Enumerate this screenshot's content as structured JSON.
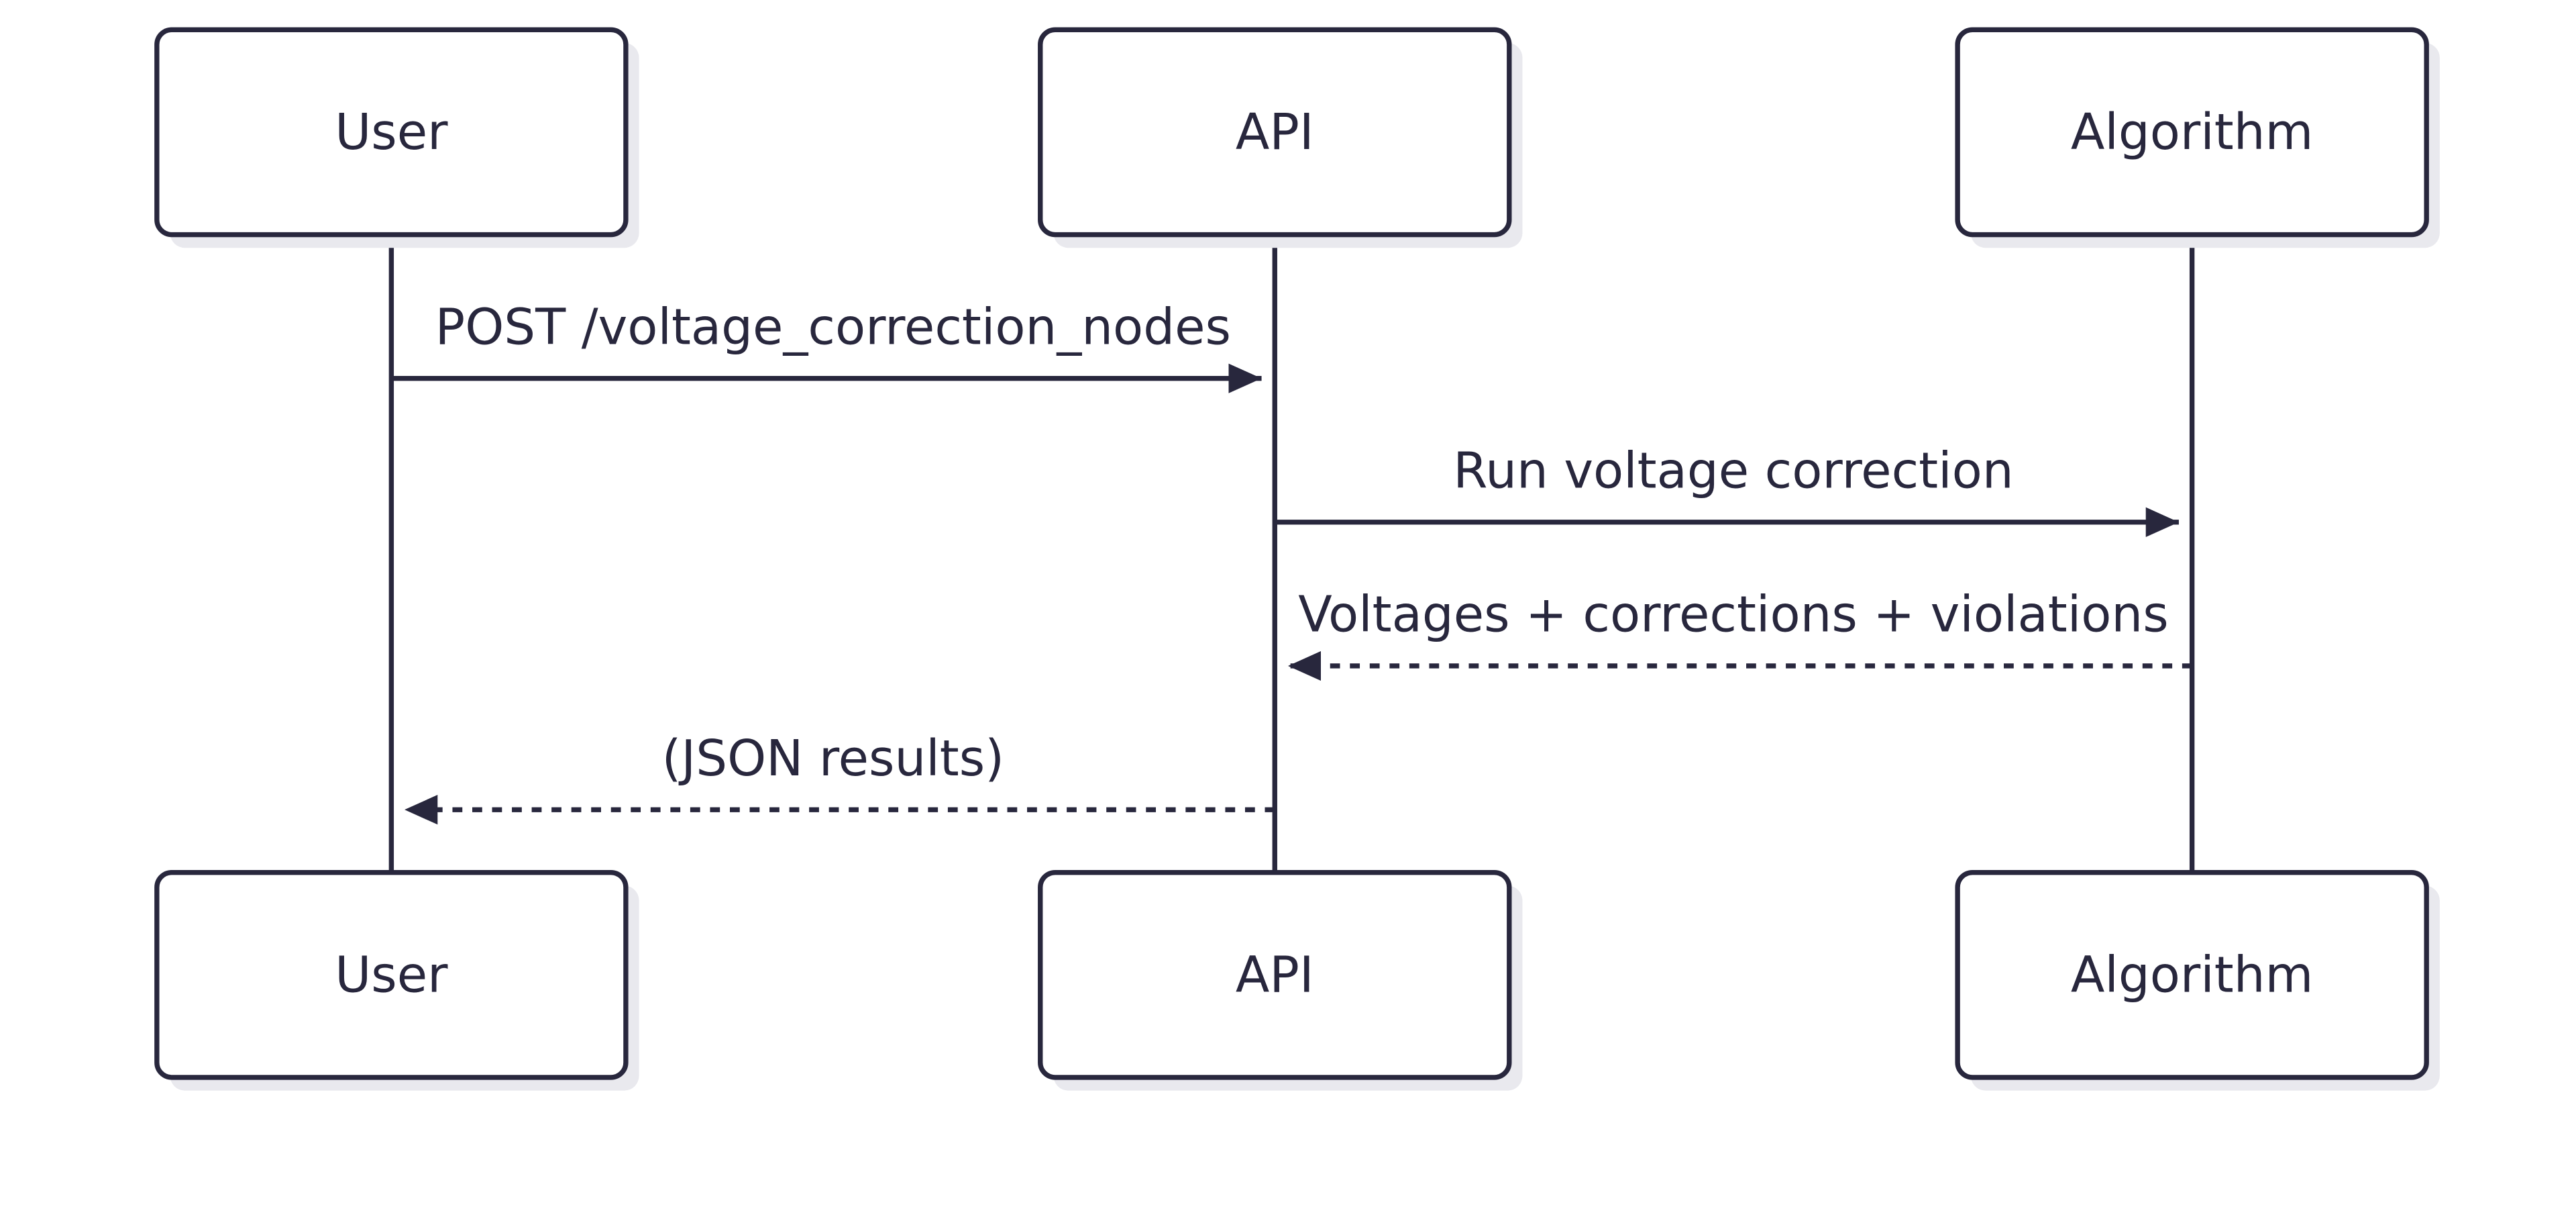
{
  "colors": {
    "line": "#28273d",
    "box_fill": "#ffffff",
    "shadow": "#e9e9ee",
    "background": "#ffffff"
  },
  "participants": [
    {
      "id": "user",
      "label": "User"
    },
    {
      "id": "api",
      "label": "API"
    },
    {
      "id": "algorithm",
      "label": "Algorithm"
    }
  ],
  "messages": [
    {
      "from": "user",
      "to": "api",
      "label": "POST /voltage_correction_nodes",
      "style": "solid"
    },
    {
      "from": "api",
      "to": "algorithm",
      "label": "Run voltage correction",
      "style": "solid"
    },
    {
      "from": "algorithm",
      "to": "api",
      "label": "Voltages + corrections + violations",
      "style": "dotted"
    },
    {
      "from": "api",
      "to": "user",
      "label": "(JSON results)",
      "style": "dotted"
    }
  ]
}
